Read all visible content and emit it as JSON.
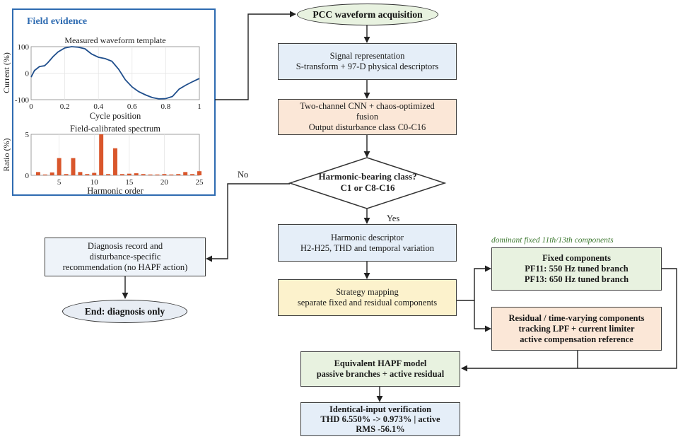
{
  "field_evidence": {
    "title": "Field evidence",
    "waveform": {
      "title": "Measured waveform template",
      "xlabel": "Cycle position",
      "ylabel": "Current (%)",
      "x_ticks": [
        "0",
        "0.2",
        "0.4",
        "0.6",
        "0.8",
        "1"
      ],
      "y_ticks": [
        "100",
        "0",
        "-100"
      ],
      "xlim": [
        0,
        1
      ],
      "ylim": [
        -100,
        100
      ],
      "line_color": "#1f4e8c",
      "x": [
        0,
        0.02,
        0.05,
        0.08,
        0.1,
        0.13,
        0.16,
        0.2,
        0.24,
        0.28,
        0.32,
        0.36,
        0.4,
        0.44,
        0.48,
        0.52,
        0.56,
        0.6,
        0.64,
        0.68,
        0.72,
        0.76,
        0.8,
        0.84,
        0.88,
        0.92,
        0.96,
        1
      ],
      "y": [
        -15,
        10,
        25,
        28,
        40,
        62,
        80,
        95,
        100,
        98,
        92,
        72,
        60,
        55,
        45,
        15,
        -25,
        -52,
        -70,
        -82,
        -92,
        -97,
        -96,
        -88,
        -60,
        -45,
        -32,
        -20
      ]
    },
    "spectrum": {
      "title": "Field-calibrated spectrum",
      "xlabel": "Harmonic order",
      "ylabel": "Ratio (%)",
      "x_ticks": [
        "5",
        "10",
        "15",
        "20",
        "25"
      ],
      "y_ticks": [
        "5",
        "0"
      ],
      "ylim": [
        0,
        5
      ],
      "bar_color": "#d9562b",
      "orders": [
        2,
        3,
        4,
        5,
        6,
        7,
        8,
        9,
        10,
        11,
        12,
        13,
        14,
        15,
        16,
        17,
        18,
        19,
        20,
        21,
        22,
        23,
        24,
        25
      ],
      "values": [
        0.4,
        0.1,
        0.35,
        2.1,
        0.15,
        2.1,
        0.4,
        0.15,
        0.3,
        5.0,
        0.15,
        3.3,
        0.15,
        0.2,
        0.25,
        0.15,
        0.1,
        0.1,
        0.15,
        0.1,
        0.15,
        0.4,
        0.15,
        0.5
      ]
    }
  },
  "flow": {
    "acquisition": "PCC waveform acquisition",
    "signal_rep": [
      "Signal representation",
      "S-transform + 97-D physical descriptors"
    ],
    "cnn": [
      "Two-channel CNN + chaos-optimized",
      "fusion",
      "Output disturbance class C0-C16"
    ],
    "decision": [
      "Harmonic-bearing class?",
      "C1 or C8-C16"
    ],
    "no_label": "No",
    "yes_label": "Yes",
    "diag_record": [
      "Diagnosis record and",
      "disturbance-specific",
      "recommendation (no HAPF action)"
    ],
    "end_diag": "End: diagnosis only",
    "harm_desc": [
      "Harmonic descriptor",
      "H2-H25, THD and temporal variation"
    ],
    "strategy": [
      "Strategy mapping",
      "separate fixed and residual components"
    ],
    "dominant_note": "dominant fixed 11th/13th components",
    "fixed": [
      "Fixed components",
      "PF11: 550 Hz tuned branch",
      "PF13: 650 Hz tuned branch"
    ],
    "residual": [
      "Residual / time-varying components",
      "tracking LPF + current limiter",
      "active compensation reference"
    ],
    "hapf": [
      "Equivalent HAPF model",
      "passive branches + active residual"
    ],
    "verify": [
      "Identical-input verification",
      "THD 6.550% -> 0.973% | active",
      "RMS -56.1%"
    ]
  },
  "colors": {
    "evidence_border": "#2e6bb1",
    "blue_box": "#e5eef8",
    "orange_box": "#fbe7d7",
    "green_box": "#e8f2e0",
    "yellow_box": "#fcf2cc"
  }
}
